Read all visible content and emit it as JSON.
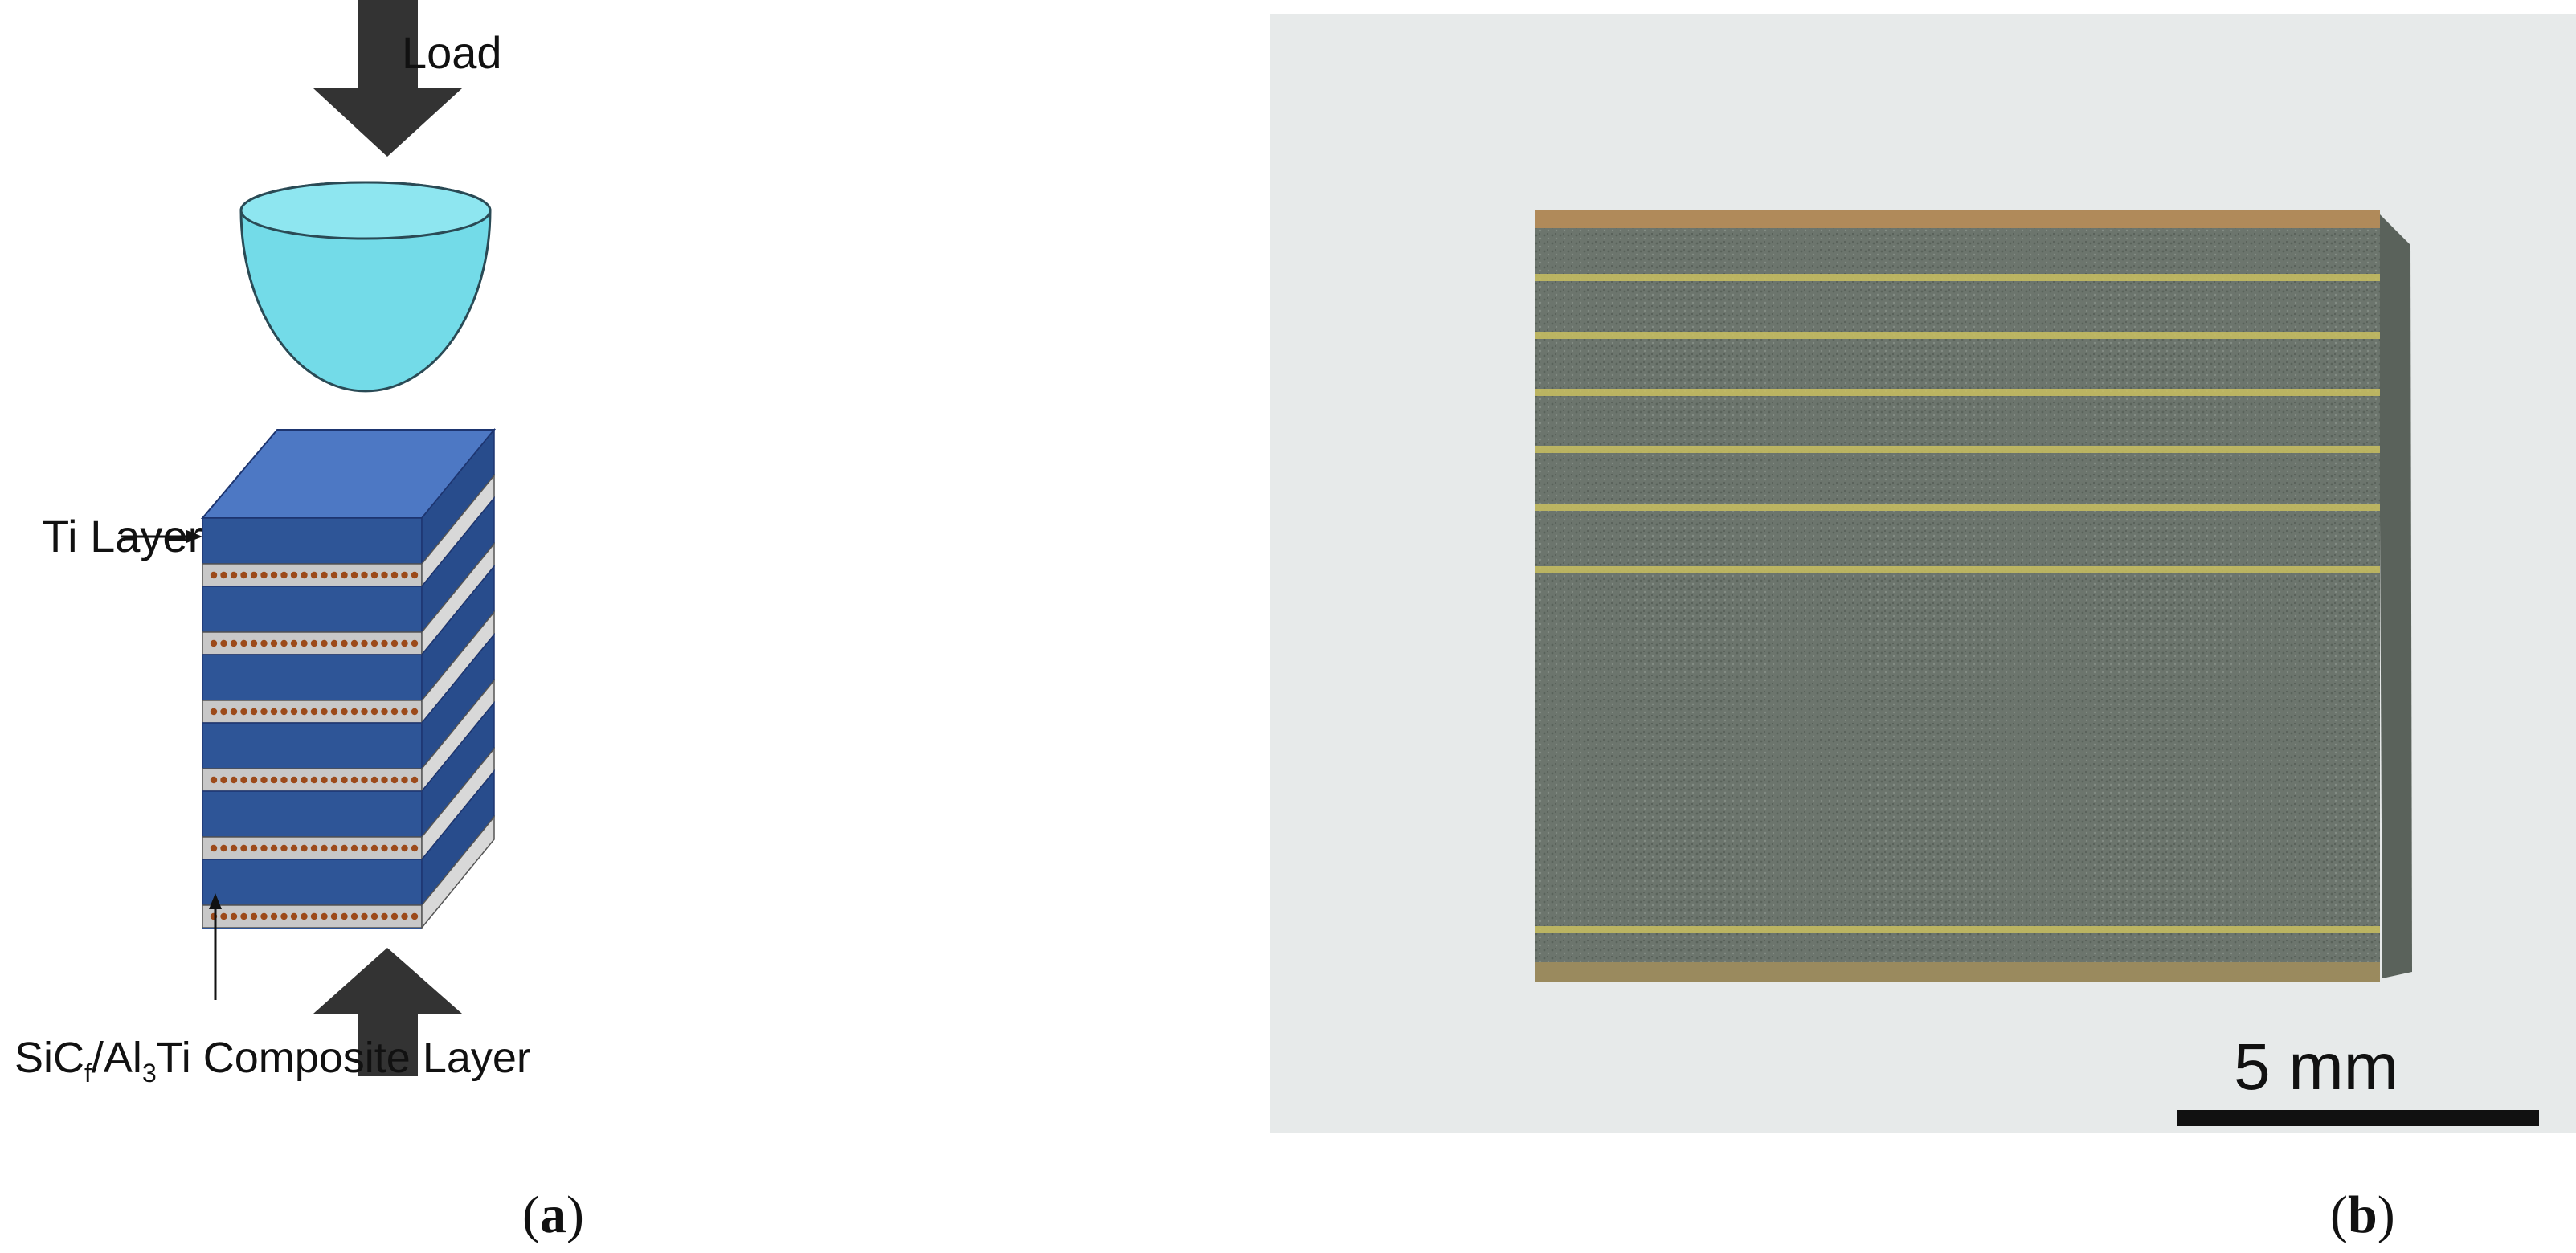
{
  "panel_a": {
    "load_label": "Load",
    "ti_layer_label": "Ti Layer",
    "composite_label": {
      "sic": "SiC",
      "sub_f": "f",
      "al": "/Al",
      "sub_3": "3",
      "rest": "Ti Composite Layer"
    },
    "caption": {
      "open": "(",
      "letter": "a",
      "close": ")"
    },
    "colors": {
      "indenter": "#73dbe8",
      "ti_layer": "#2e5597",
      "ti_top": "#4d78c4",
      "composite_layer": "#c8c8c8",
      "fiber": "#9c4a1a",
      "arrow": "#333333"
    }
  },
  "panel_b": {
    "scale_bar_label": "5 mm",
    "caption": {
      "open": "(",
      "letter": "b",
      "close": ")"
    },
    "colors": {
      "background": "#e7eaea",
      "sample": "#6c756d",
      "stripe": "#c9c060",
      "edge": "#b08a5a"
    }
  }
}
